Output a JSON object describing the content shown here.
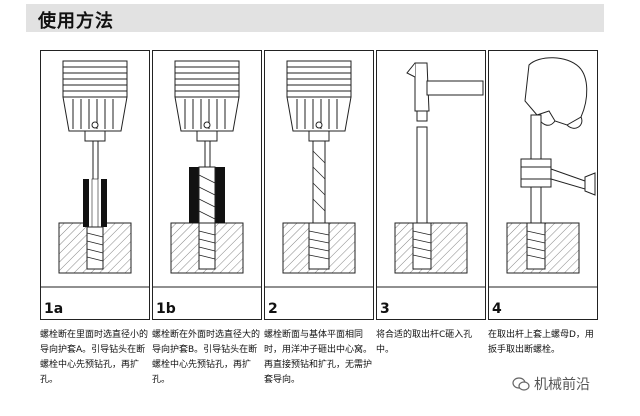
{
  "page": {
    "title": "使用方法"
  },
  "steps": [
    {
      "label": "1a",
      "caption": "螺栓断在里面时选直径小的导向护套A。引导钻头在断螺栓中心先预钻孔，再扩孔。"
    },
    {
      "label": "1b",
      "caption": "螺栓断在外面时选直径大的导向护套B。引导钻头在断螺栓中心先预钻孔，再扩孔。"
    },
    {
      "label": "2",
      "caption": "螺栓断面与基体平面相同时，用洋冲子砸出中心窝。再直接预钻和扩孔，无需护套导向。"
    },
    {
      "label": "3",
      "caption": "将合适的取出杆C砸入孔中。"
    },
    {
      "label": "4",
      "caption": "在取出杆上套上螺母D，用扳手取出断螺栓。"
    }
  ],
  "watermark": {
    "text": "机械前沿",
    "icon": "wechat-icon"
  }
}
